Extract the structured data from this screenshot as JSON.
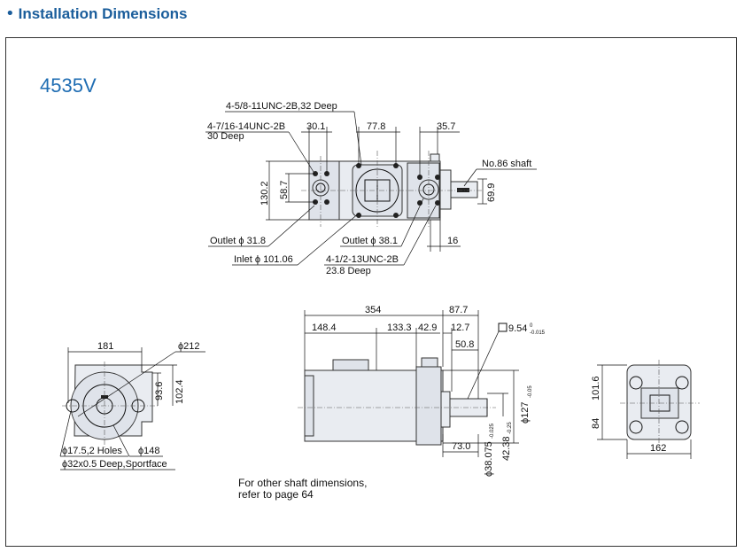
{
  "header": {
    "bullet": "•",
    "title": "Installation Dimensions",
    "color": "#1a5d9b"
  },
  "model": "4535V",
  "note": {
    "line1": "For other shaft dimensions,",
    "line2": "refer to page 64"
  },
  "top_view": {
    "d_45_8": "4-5/8-11UNC-2B,32 Deep",
    "d_47_16_a": "4-7/16-14UNC-2B",
    "d_47_16_b": "30 Deep",
    "d_30_1": "30.1",
    "d_77_8": "77.8",
    "d_35_7": "35.7",
    "d_shaft": "No.86 shaft",
    "d_130_2": "130.2",
    "d_58_7": "58.7",
    "d_69_9": "69.9",
    "d_outlet1": "Outlet ϕ 31.8",
    "d_outlet2": "Outlet ϕ 38.1",
    "d_16": "16",
    "d_inlet": "Inlet ϕ 101.06",
    "d_412_a": "4-1/2-13UNC-2B",
    "d_412_b": "23.8 Deep"
  },
  "front_view": {
    "d_181": "181",
    "d_212": "ϕ212",
    "d_93_6": "93.6",
    "d_102_4": "102.4",
    "d_holes": "ϕ17.5,2 Holes",
    "d_148": "ϕ148",
    "d_spotface": "ϕ32x0.5 Deep,Sportface"
  },
  "side_view": {
    "d_354": "354",
    "d_87_7": "87.7",
    "d_148_4": "148.4",
    "d_133_3": "133.3",
    "d_42_9": "42.9",
    "d_12_7": "12.7",
    "d_9_54": "9.54",
    "d_9_54_tol_up": "0",
    "d_9_54_tol_dn": "-0.015",
    "d_50_8": "50.8",
    "d_127": "ϕ127",
    "d_127_tol": "-0.05",
    "d_73_0": "73.0",
    "d_38_075": "ϕ38.075",
    "d_38_075_tol": "-0.025",
    "d_42_38": "42.38",
    "d_42_38_tol": "-0.25"
  },
  "rear_view": {
    "d_101_6": "101.6",
    "d_84": "84",
    "d_162": "162"
  }
}
